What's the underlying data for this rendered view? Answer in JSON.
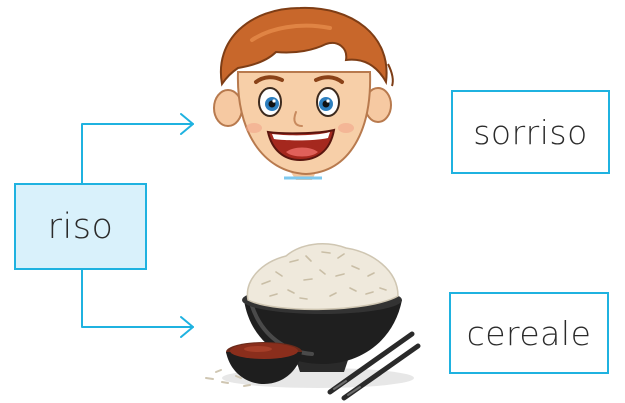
{
  "diagram": {
    "center_word": "riso",
    "option_top": "sorriso",
    "option_bottom": "cereale",
    "accent_color": "#1fb2e0",
    "center_fill": "#d9f1fb",
    "images": {
      "top": "smiling-boy-face",
      "bottom": "rice-bowl-with-sauce-and-chopsticks"
    }
  }
}
